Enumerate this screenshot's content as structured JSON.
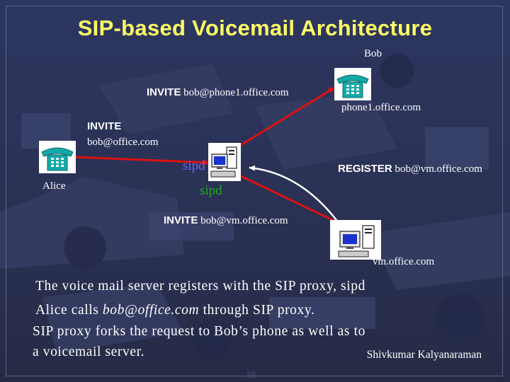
{
  "title": "SIP-based Voicemail Architecture",
  "labels": {
    "bob": "Bob",
    "invite_phone_kw": "INVITE",
    "invite_phone_addr": "bob@phone1.office.com",
    "phone_host": "phone1.office.com",
    "invite_office_kw": "INVITE",
    "invite_office_addr": "bob@office.com",
    "alice": "Alice",
    "sipd_top": "sipd",
    "sipd_bottom": "sipd",
    "register_kw": "REGISTER",
    "register_addr": "bob@vm.office.com",
    "invite_vm_kw": "INVITE",
    "invite_vm_addr": "bob@vm.office.com",
    "vm_host": "vm.office.com"
  },
  "notes": {
    "line1": "The voice mail server registers with the SIP proxy, sipd",
    "line2_pre": "Alice calls ",
    "line2_em": "bob@office.com",
    "line2_post": " through SIP proxy.",
    "line3": "SIP proxy forks the request to Bob’s phone as well as to",
    "line4": "a voicemail server."
  },
  "author": "Shivkumar Kalyanaraman",
  "slide_number": "58",
  "colors": {
    "title": "#ffff66",
    "arrow": "#dd1111",
    "register_arrow": "#ffffff",
    "sipd_top": "#6666ff",
    "sipd_bottom": "#22aa22"
  },
  "icons": {
    "bob_phone": "telephone-icon",
    "alice_phone": "telephone-icon",
    "proxy": "computer-icon",
    "vm_server": "computer-icon"
  }
}
